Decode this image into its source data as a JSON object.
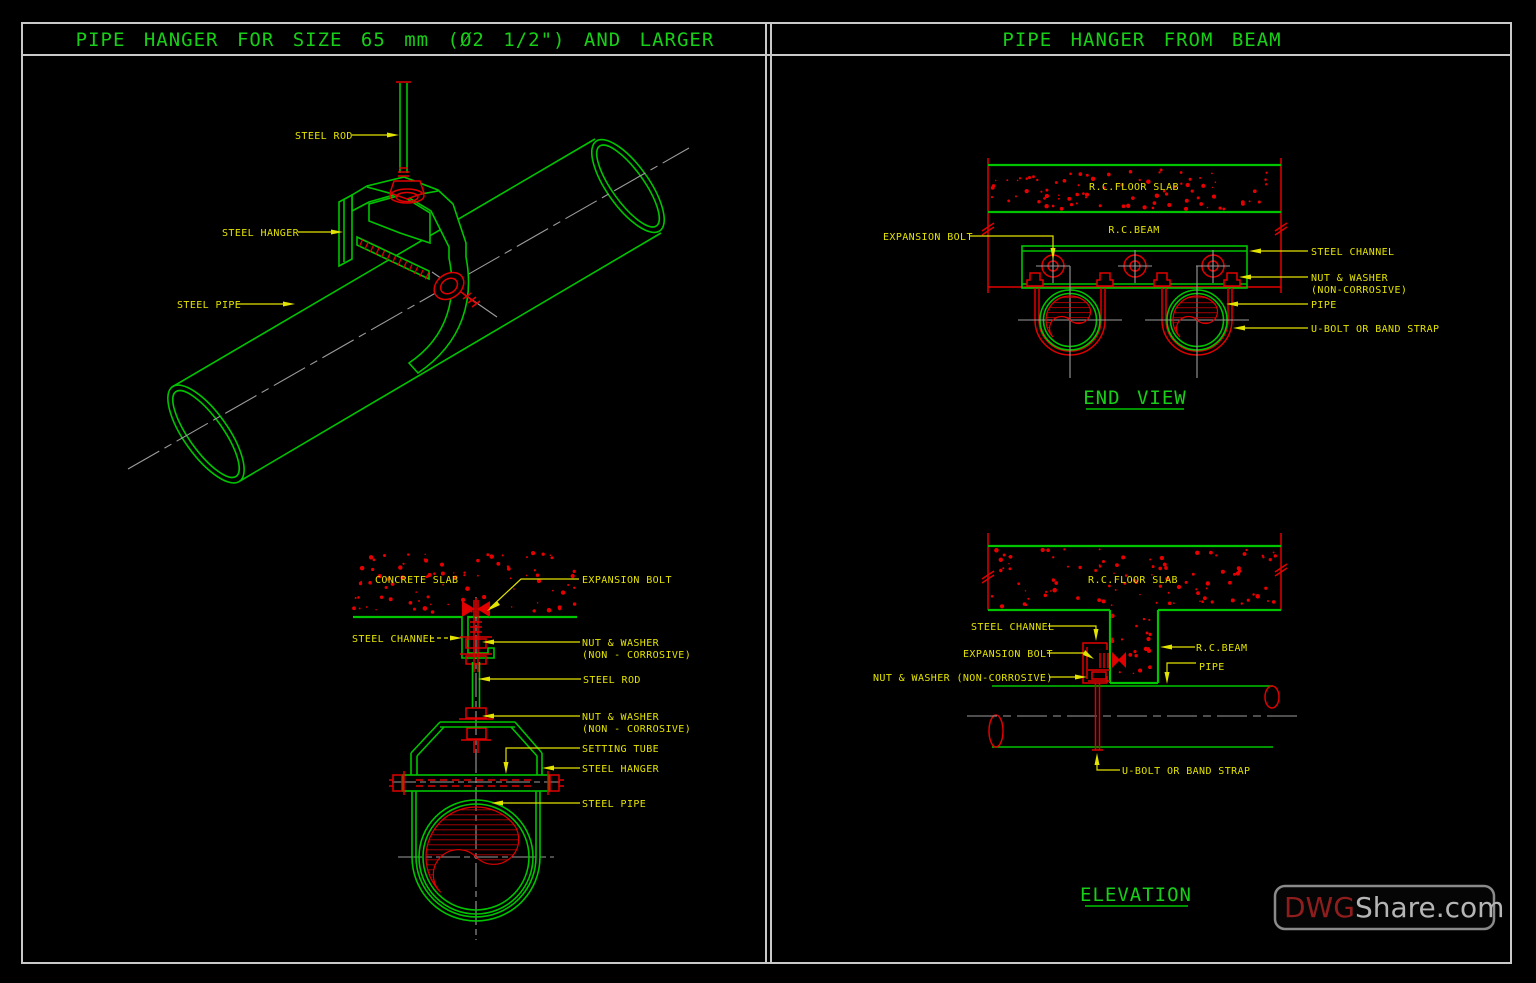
{
  "window": {
    "left_title": "PIPE HANGER FOR SIZE 65 mm (Ø2 1/2\") AND LARGER",
    "right_title": "PIPE HANGER FROM BEAM"
  },
  "iso_view": {
    "labels": {
      "steel_rod": "STEEL ROD",
      "steel_hanger": "STEEL HANGER",
      "steel_pipe": "STEEL PIPE"
    }
  },
  "section_view": {
    "labels": {
      "concrete_slab": "CONCRETE SLAB",
      "expansion_bolt": "EXPANSION BOLT",
      "steel_channel": "STEEL CHANNEL",
      "nut_washer_top_1": "NUT & WASHER",
      "nut_washer_top_2": "(NON - CORROSIVE)",
      "steel_rod": "STEEL ROD",
      "nut_washer_bottom_1": "NUT & WASHER",
      "nut_washer_bottom_2": "(NON - CORROSIVE)",
      "setting_tube": "SETTING TUBE",
      "steel_hanger": "STEEL HANGER",
      "steel_pipe": "STEEL PIPE"
    }
  },
  "end_view": {
    "title": "END VIEW",
    "labels": {
      "rc_floor_slab": "R.C.FLOOR SLAB",
      "rc_beam": "R.C.BEAM",
      "expansion_bolt": "EXPANSION BOLT",
      "steel_channel": "STEEL CHANNEL",
      "nut_washer_1": "NUT & WASHER",
      "nut_washer_2": "(NON-CORROSIVE)",
      "pipe": "PIPE",
      "u_bolt": "U-BOLT OR BAND STRAP"
    }
  },
  "elevation_view": {
    "title": "ELEVATION",
    "labels": {
      "rc_floor_slab": "R.C.FLOOR SLAB",
      "steel_channel": "STEEL CHANNEL",
      "expansion_bolt": "EXPANSION BOLT",
      "nut_washer": "NUT & WASHER (NON-CORROSIVE)",
      "rc_beam": "R.C.BEAM",
      "pipe": "PIPE",
      "u_bolt": "U-BOLT OR BAND STRAP"
    }
  },
  "watermark": {
    "brand_prefix": "DWG",
    "brand_suffix": "Share.com"
  },
  "colors": {
    "line_green": "#00c400",
    "label_yellow": "#e3e300",
    "hardware_red": "#e10000",
    "centerline_gray": "#9c9c9c",
    "frame_gray": "#c9c9c9",
    "watermark_red": "#8f1d1d",
    "watermark_gray": "#b5b5b5",
    "background": "#000000"
  }
}
